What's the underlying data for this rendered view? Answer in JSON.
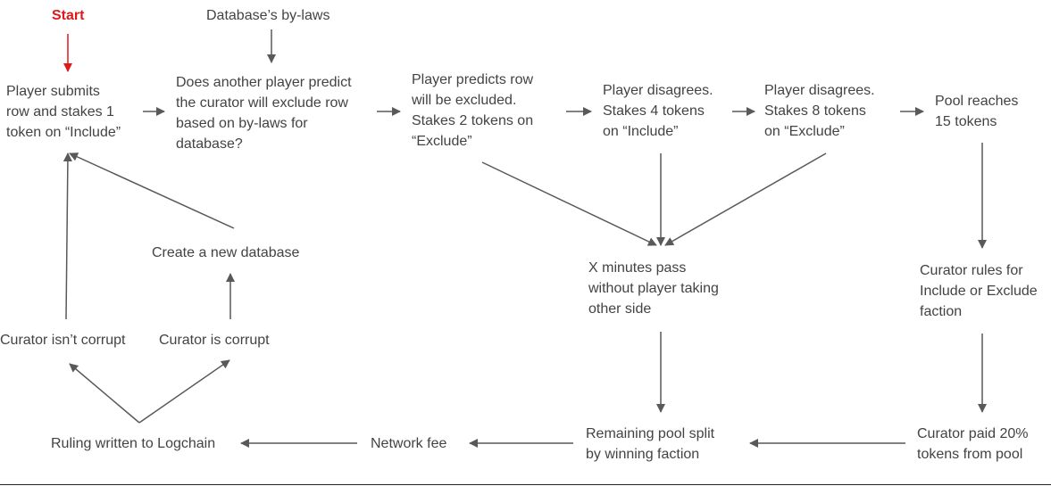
{
  "nodes": {
    "start": "Start",
    "bylaws": "Database’s by-laws",
    "submit": [
      "Player submits",
      "row and stakes 1",
      "token on “Include”"
    ],
    "predict_q": [
      "Does another player predict",
      "the curator will exclude row",
      "based on by-laws for",
      "database?"
    ],
    "exclude": [
      "Player predicts row",
      "will be excluded.",
      "Stakes 2 tokens on",
      "“Exclude”"
    ],
    "disagree4": [
      "Player disagrees.",
      "Stakes 4 tokens",
      "on “Include”"
    ],
    "disagree8": [
      "Player disagrees.",
      "Stakes 8 tokens",
      "on “Exclude”"
    ],
    "pool15": [
      "Pool reaches",
      "15 tokens"
    ],
    "new_db": "Create a new database",
    "xmin": [
      "X minutes pass",
      "without player taking",
      "other side"
    ],
    "curator_rules": [
      "Curator rules for",
      "Include or Exclude",
      "faction"
    ],
    "not_corrupt": "Curator isn’t corrupt",
    "corrupt": "Curator is corrupt",
    "ruling": "Ruling written to Logchain",
    "fee": "Network fee",
    "split": [
      "Remaining pool split",
      "by winning faction"
    ],
    "paid": [
      "Curator paid 20%",
      "tokens from pool"
    ]
  },
  "colors": {
    "text": "#434343",
    "start": "#e0181a",
    "arrow": "#595959"
  }
}
